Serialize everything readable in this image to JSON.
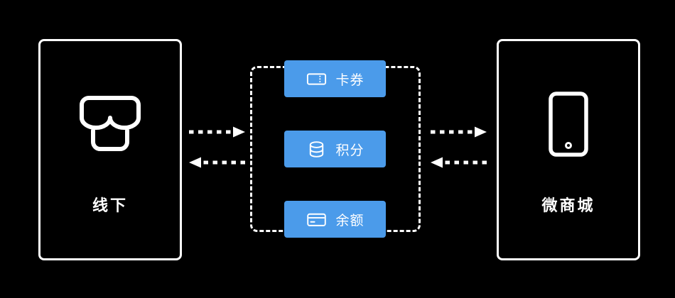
{
  "diagram": {
    "left_node": {
      "label": "线下",
      "icon": "storefront-icon"
    },
    "right_node": {
      "label": "微商城",
      "icon": "smartphone-icon"
    },
    "exchange_items": [
      {
        "label": "卡券",
        "icon": "ticket-icon"
      },
      {
        "label": "积分",
        "icon": "coins-icon"
      },
      {
        "label": "余额",
        "icon": "bank-card-icon"
      }
    ],
    "arrows": [
      {
        "from": "线下",
        "to": "exchange",
        "direction": "right"
      },
      {
        "from": "exchange",
        "to": "线下",
        "direction": "left"
      },
      {
        "from": "exchange",
        "to": "微商城",
        "direction": "right"
      },
      {
        "from": "微商城",
        "to": "exchange",
        "direction": "left"
      }
    ]
  },
  "colors": {
    "background": "#000000",
    "stroke": "#ffffff",
    "badge_blue": "#4b9bea"
  }
}
